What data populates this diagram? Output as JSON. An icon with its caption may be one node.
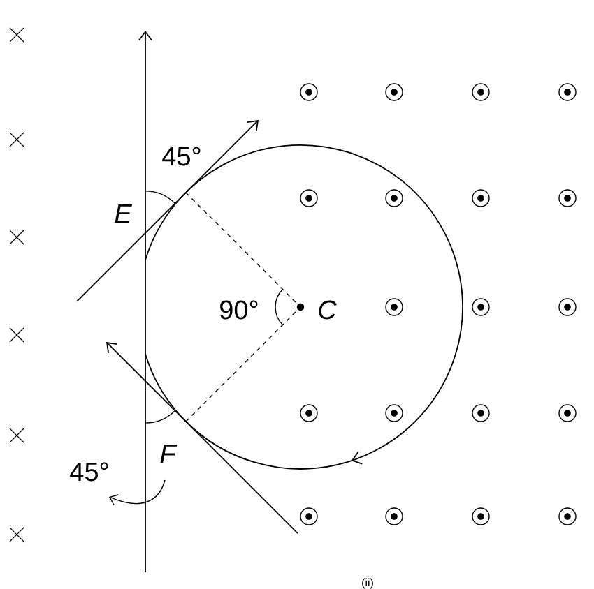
{
  "diagram": {
    "labels": [
      "45°",
      "E",
      "90°",
      "C",
      "F",
      "45°",
      "(ii)"
    ]
  }
}
